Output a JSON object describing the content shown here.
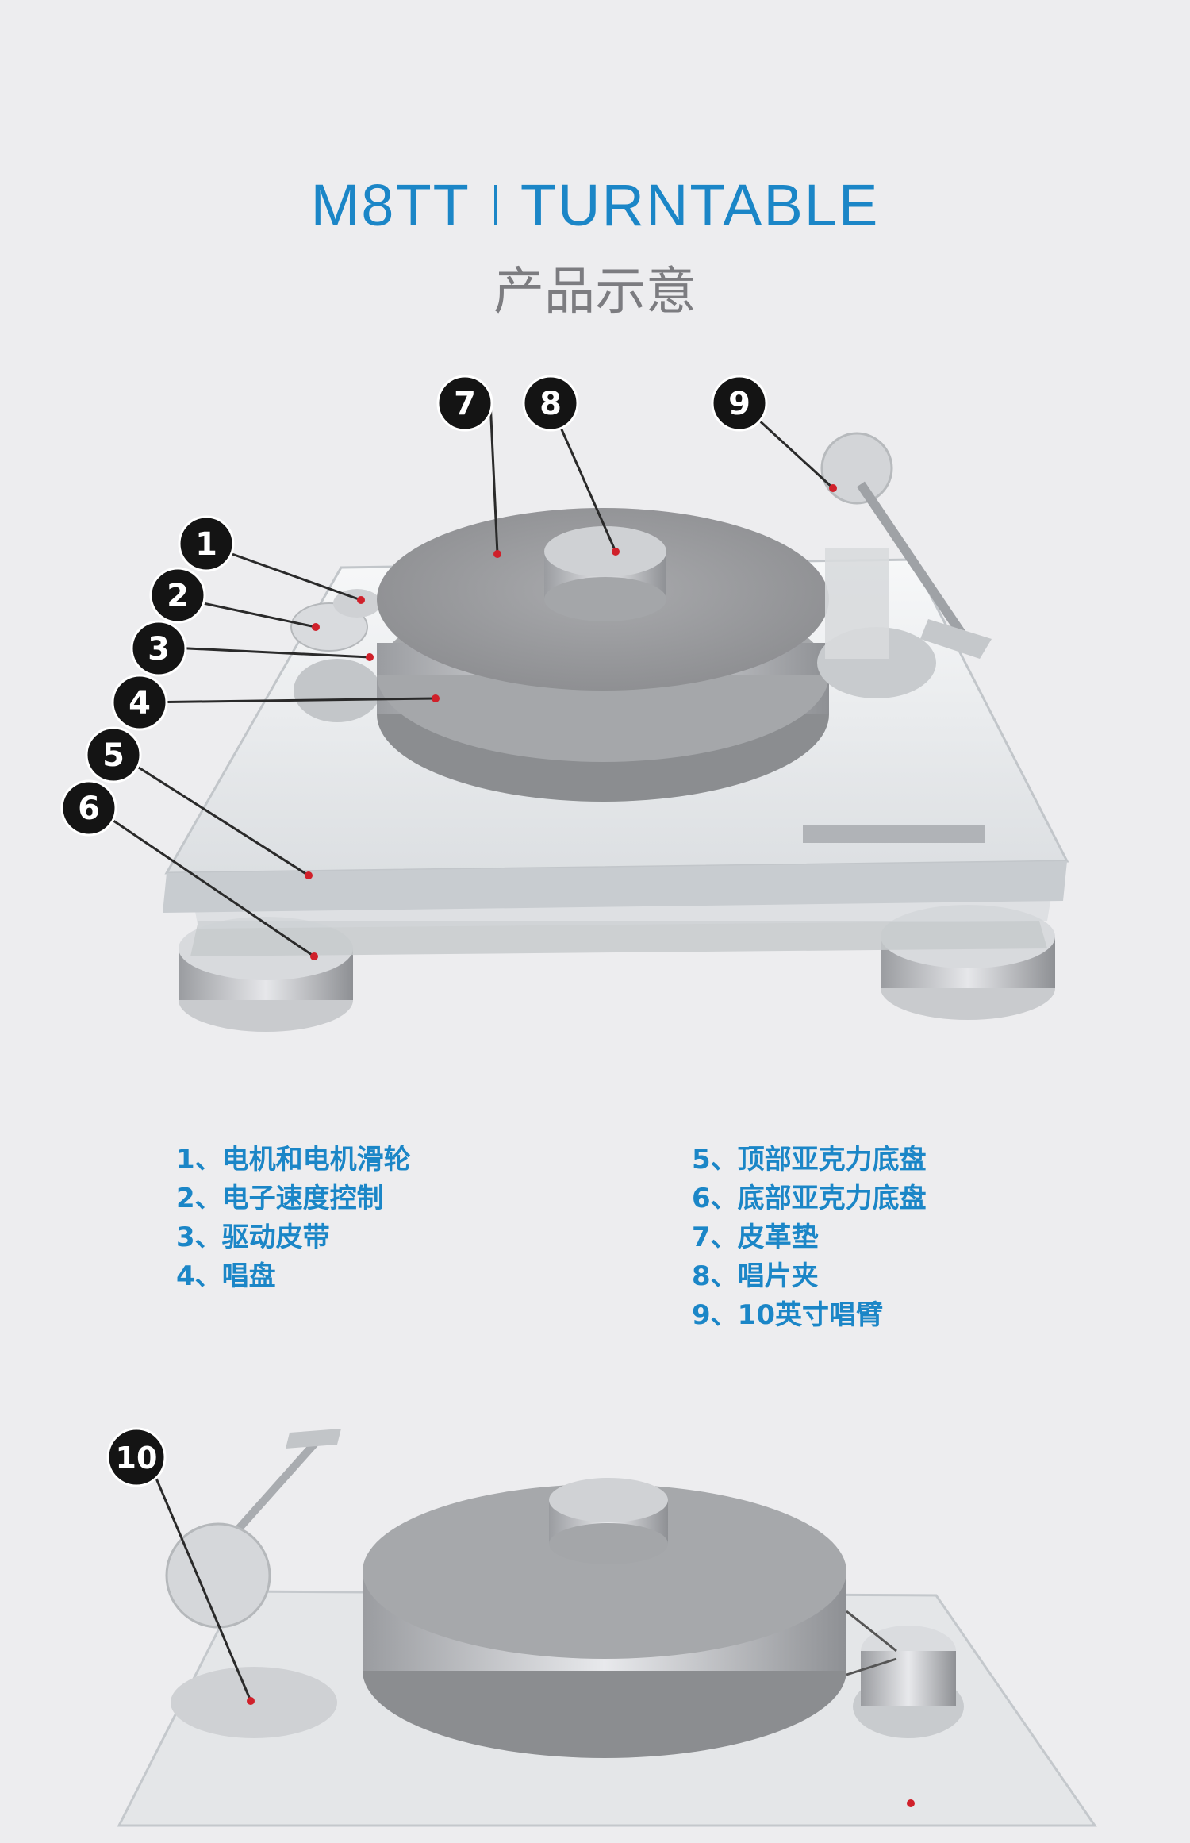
{
  "header": {
    "title_model": "M8TT",
    "title_product": "TURNTABLE",
    "subtitle": "产品示意"
  },
  "callouts": [
    "1",
    "2",
    "3",
    "4",
    "5",
    "6",
    "7",
    "8",
    "9",
    "10"
  ],
  "legend_left": [
    "1、电机和电机滑轮",
    "2、电子速度控制",
    "3、驱动皮带",
    "4、唱盘"
  ],
  "legend_right": [
    "5、顶部亚克力底盘",
    "6、底部亚克力底盘",
    "7、皮革垫",
    "8、唱片夹",
    "9、10英寸唱臂"
  ],
  "colors": {
    "accent": "#1b86c7",
    "callout": "#141414",
    "marker": "#d0202a"
  }
}
